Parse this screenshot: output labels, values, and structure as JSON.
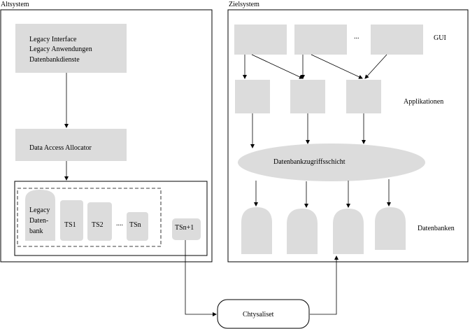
{
  "legacy_system": {
    "title": "Altsystem",
    "top_box_lines": [
      "Legacy Interface",
      "Legacy Anwendungen",
      "Datenbankdienste"
    ],
    "allocator_label": "Data Access Allocator",
    "legacy_db_lines": [
      "Legacy",
      "Daten-",
      "bank"
    ],
    "ts_labels": [
      "TS1",
      "TS2",
      "TSn"
    ],
    "ellipsis": "....",
    "ts_extra": "TSn+1"
  },
  "target_system": {
    "title": "Zielsystem",
    "gui_label": "GUI",
    "gui_ellipsis": "...",
    "apps_label": "Applikationen",
    "access_layer_label": "Datenbankzugriffsschicht",
    "databases_label": "Datenbanken"
  },
  "sync": {
    "label": "Chtysaliset"
  }
}
